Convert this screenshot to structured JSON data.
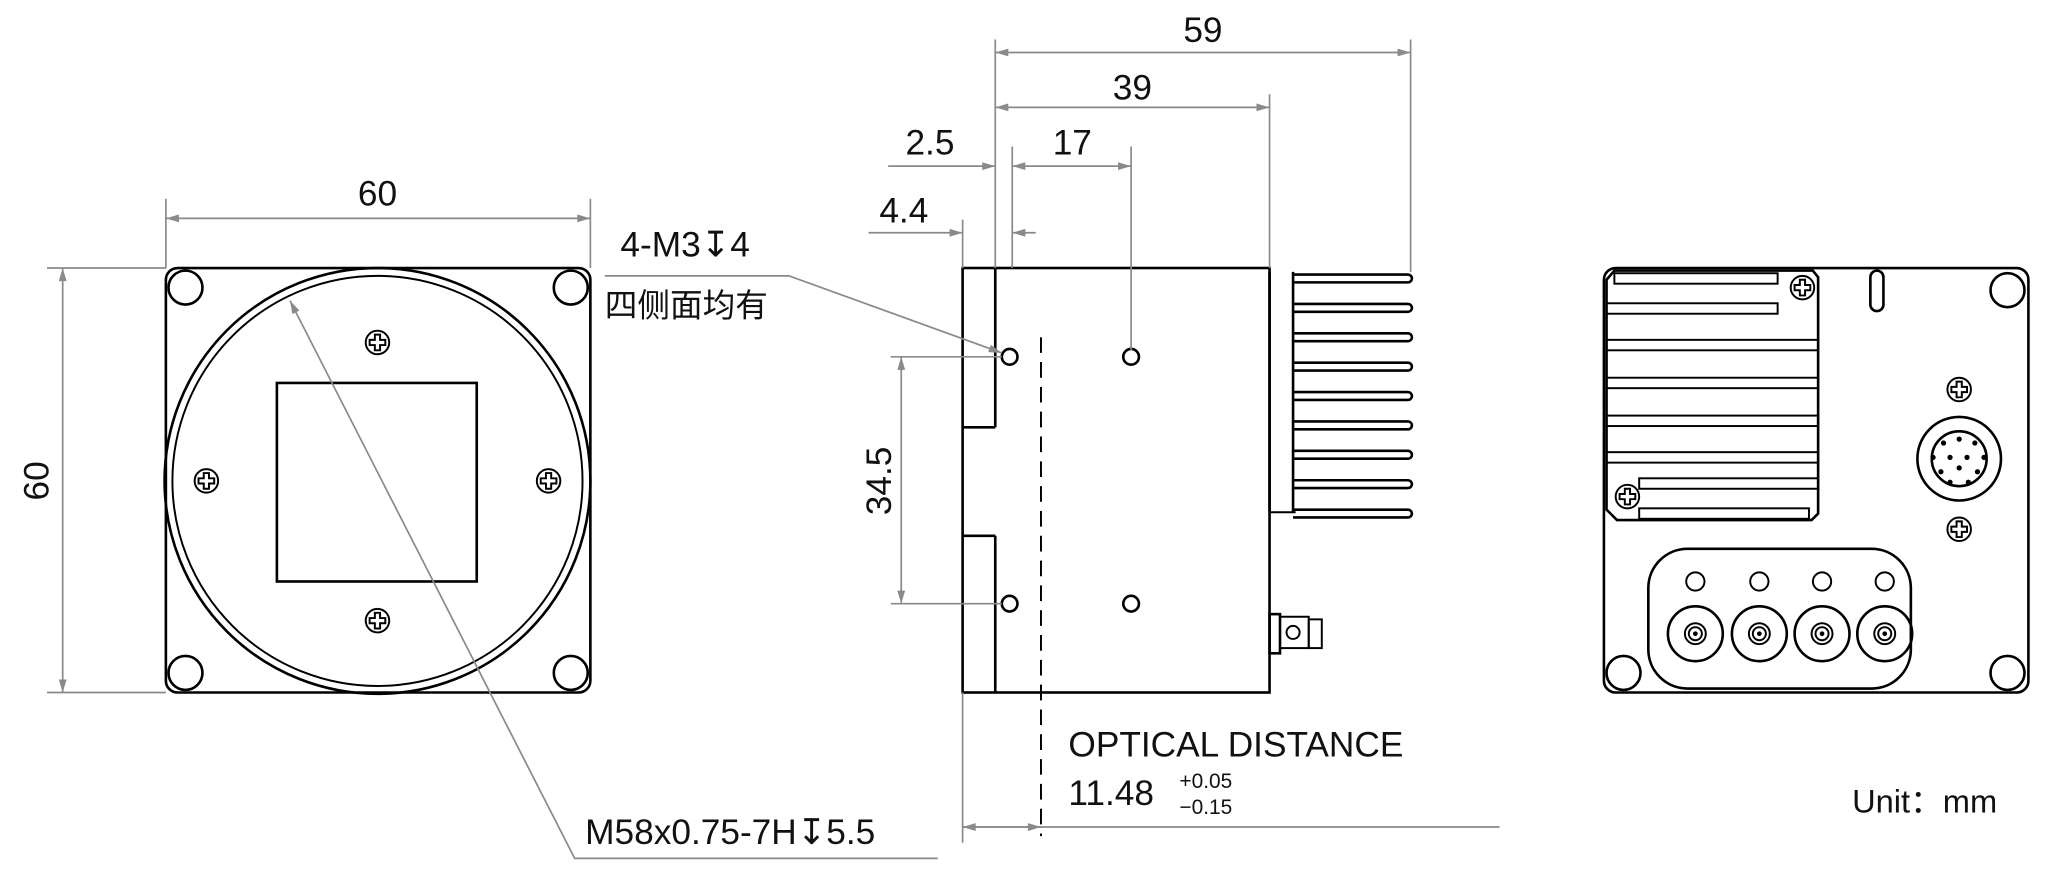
{
  "front_view": {
    "width_dim": "60",
    "height_dim": "60",
    "thread_callout": "M58x0.75-7H↧5.5"
  },
  "side_view": {
    "dim_total_length": "59",
    "dim_body_length": "39",
    "dim_2_5": "2.5",
    "dim_17": "17",
    "dim_4_4": "4.4",
    "dim_hole_spacing": "34.5",
    "hole_callout": "4-M3↧4",
    "hole_note": "四侧面均有",
    "optical_distance_label": "OPTICAL DISTANCE",
    "optical_distance_value": "11.48",
    "tolerance_upper": "+0.05",
    "tolerance_lower": "−0.15"
  },
  "unit_label": "Unit：mm"
}
